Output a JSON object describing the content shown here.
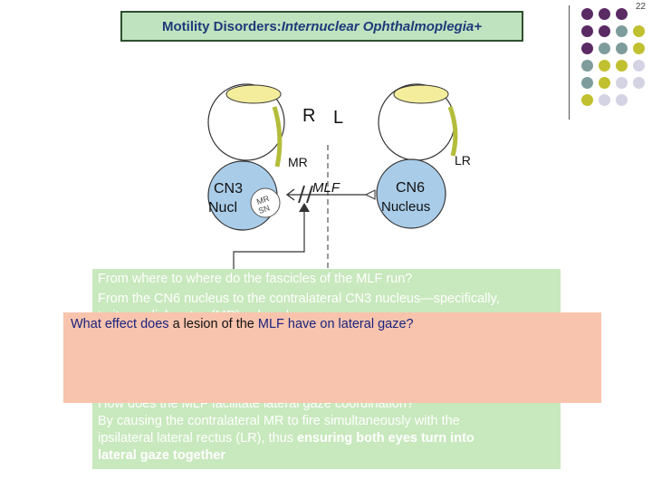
{
  "slide": {
    "number": "22",
    "title_prefix": "Motility Disorders: ",
    "title_italic": "Internuclear Ophthalmoplegia+"
  },
  "diagram": {
    "side_right": "R",
    "side_left": "L",
    "label_mr": "MR",
    "label_lr": "LR",
    "label_mlf": "MLF",
    "cn3_line1": "CN3",
    "cn3_line2": "Nucl",
    "cn3_sub_mr": "MR",
    "cn3_sub_sn": "SN",
    "cn6_line1": "CN6",
    "cn6_line2": "Nucleus"
  },
  "qa": {
    "q1": "From where to where do the fascicles of the MLF run?",
    "a1_line1": "From the CN6 nucleus to the  contralateral  CN3 nucleus—specifically,",
    "a1_line2": "to its medial rectus (MR) subnucleus",
    "q2": "How does the MLF facilitate lateral gaze coordination?",
    "a2_line1": "By causing the contralateral MR to fire simultaneously with the",
    "a2_line2_plain": "ipsilateral lateral rectus (LR), thus ",
    "a2_line2_bold": "ensuring both eyes turn into",
    "a2_line3_bold": "lateral gaze together"
  },
  "popup": {
    "part1": "What effect does",
    "part2": " a lesion of the ",
    "part3": "MLF",
    "part4": " have on lateral gaze?"
  },
  "colors": {
    "title_bg": "#bfe3bf",
    "title_text": "#1f3a7a",
    "eye_lens": "#f4ee9c",
    "muscle": "#b4bd3a",
    "nucleus_fill": "#a9cce8",
    "qa_box": "#c8e8bd",
    "popup_bg": "#f9c4ad",
    "dot_purple": "#5a2a64",
    "dot_teal": "#7f9c9c",
    "dot_olive": "#c0c030",
    "dot_lavender": "#d3d3e3"
  }
}
